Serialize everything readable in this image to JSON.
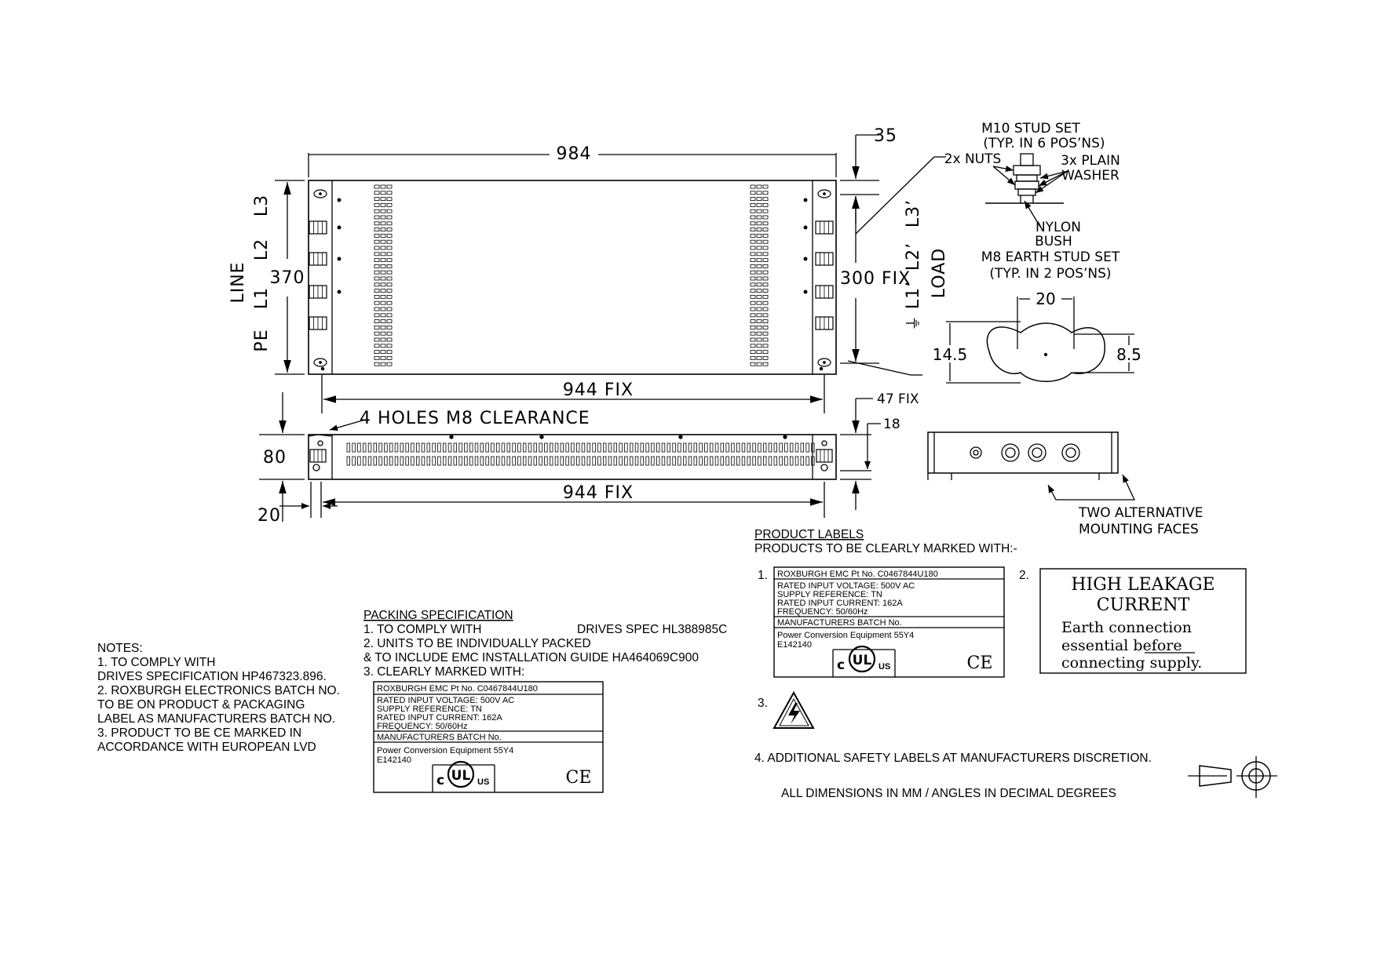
{
  "dimensions": {
    "width_top": "984",
    "height_top": "370",
    "fix_300": "300 FIX",
    "fix_944_top": "944 FIX",
    "fix_944_bottom": "944 FIX",
    "dim_35": "35",
    "dim_80": "80",
    "dim_20_side": "20",
    "dim_47_fix": "47 FIX",
    "dim_18": "18",
    "holes": "4 HOLES M8 CLEARANCE",
    "slot_20": "20",
    "slot_14_5": "14.5",
    "slot_8_5": "8.5"
  },
  "terminals": {
    "line_label": "LINE",
    "line_top": "L3",
    "line_mid": "L2",
    "line_bot": "L1",
    "pe": "PE",
    "load_label": "LOAD",
    "load_top": "L3’",
    "load_mid": "L2’",
    "load_bot": "L1’",
    "earth_symbol": "⏚"
  },
  "stud": {
    "m10_title": "M10 STUD SET",
    "m10_typ": "(TYP. IN 6 POS’NS)",
    "nuts": "2x NUTS",
    "washer_1": "3x PLAIN",
    "washer_2": "WASHER",
    "nylon_1": "NYLON",
    "nylon_2": "BUSH",
    "m8_title": "M8 EARTH STUD SET",
    "m8_typ": "(TYP. IN 2 POS’NS)"
  },
  "mounting": {
    "line1": "TWO ALTERNATIVE",
    "line2": "MOUNTING FACES"
  },
  "notes": {
    "title": "NOTES:",
    "lines": [
      "1. TO COMPLY WITH",
      "DRIVES SPECIFICATION HP467323.896.",
      "2. ROXBURGH ELECTRONICS BATCH NO.",
      "TO BE ON PRODUCT & PACKAGING",
      "LABEL AS MANUFACTURERS BATCH NO.",
      "3. PRODUCT TO BE CE MARKED IN",
      "ACCORDANCE WITH EUROPEAN LVD"
    ]
  },
  "packing": {
    "title": "PACKING SPECIFICATION",
    "line1": "1. TO COMPLY WITH",
    "line1_spec": "DRIVES SPEC HL388985C",
    "line2": "2. UNITS TO BE INDIVIDUALLY PACKED",
    "line3": "& TO INCLUDE EMC INSTALLATION GUIDE HA464069C900",
    "line4": "3. CLEARLY MARKED WITH:"
  },
  "label_pack": {
    "part": "ROXBURGH EMC Pt No. C0467844U180",
    "voltage": "RATED INPUT VOLTAGE: 500V AC",
    "supply": "SUPPLY REFERENCE: TN",
    "current": "RATED INPUT CURRENT: 162A",
    "freq": "FREQUENCY: 50/60Hz",
    "batch": "MANUFACTURERS BATCH No.",
    "equip": "Power Conversion Equipment 55Y4",
    "file": "E142140",
    "ul_c": "c",
    "ul_mark": "UL",
    "ul_us": "US",
    "ce": "CE"
  },
  "product_labels": {
    "title": "PRODUCT LABELS",
    "subtitle": "PRODUCTS TO BE CLEARLY MARKED WITH:-",
    "n1": "1.",
    "n2": "2.",
    "n3": "3.",
    "item4": "4. ADDITIONAL SAFETY LABELS AT MANUFACTURERS DISCRETION.",
    "all_dims": "ALL DIMENSIONS IN MM / ANGLES IN DECIMAL DEGREES"
  },
  "label_prod": {
    "part": "ROXBURGH EMC Pt No. C0467844U180",
    "voltage": "RATED INPUT VOLTAGE: 500V AC",
    "supply": "SUPPLY REFERENCE: TN",
    "current": "RATED INPUT CURRENT: 162A",
    "freq": "FREQUENCY: 50/60Hz",
    "batch": "MANUFACTURERS BATCH No.",
    "equip": "Power Conversion Equipment 55Y4",
    "file": "E142140",
    "ul_c": "c",
    "ul_mark": "UL",
    "ul_us": "US",
    "ce": "CE"
  },
  "leakage": {
    "line1": "HIGH LEAKAGE",
    "line2": "CURRENT",
    "line3": "Earth connection",
    "line4_a": "essential ",
    "line4_b": "before",
    "line5": "connecting supply."
  }
}
